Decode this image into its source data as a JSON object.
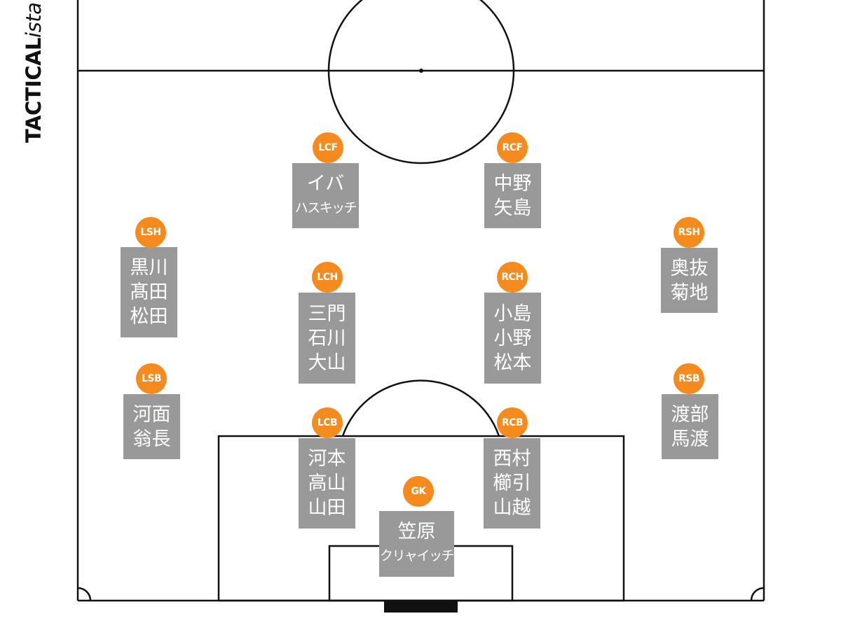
{
  "brand": {
    "bold": "TACTICAL",
    "italic": "ista"
  },
  "colors": {
    "badge": "#f58a1f",
    "card": "#999999",
    "line": "#111111"
  },
  "positions": [
    {
      "id": "LCF",
      "badge": "LCF",
      "players": [
        "イバ",
        "ハスキッチ"
      ]
    },
    {
      "id": "RCF",
      "badge": "RCF",
      "players": [
        "中野",
        "矢島"
      ]
    },
    {
      "id": "LSH",
      "badge": "LSH",
      "players": [
        "黒川",
        "髙田",
        "松田"
      ]
    },
    {
      "id": "RSH",
      "badge": "RSH",
      "players": [
        "奥抜",
        "菊地"
      ]
    },
    {
      "id": "LCH",
      "badge": "LCH",
      "players": [
        "三門",
        "石川",
        "大山"
      ]
    },
    {
      "id": "RCH",
      "badge": "RCH",
      "players": [
        "小島",
        "小野",
        "松本"
      ]
    },
    {
      "id": "LSB",
      "badge": "LSB",
      "players": [
        "河面",
        "翁長"
      ]
    },
    {
      "id": "RSB",
      "badge": "RSB",
      "players": [
        "渡部",
        "馬渡"
      ]
    },
    {
      "id": "LCB",
      "badge": "LCB",
      "players": [
        "河本",
        "高山",
        "山田"
      ]
    },
    {
      "id": "RCB",
      "badge": "RCB",
      "players": [
        "西村",
        "櫛引",
        "山越"
      ]
    },
    {
      "id": "GK",
      "badge": "GK",
      "players": [
        "笠原",
        "クリャイッチ"
      ]
    }
  ]
}
